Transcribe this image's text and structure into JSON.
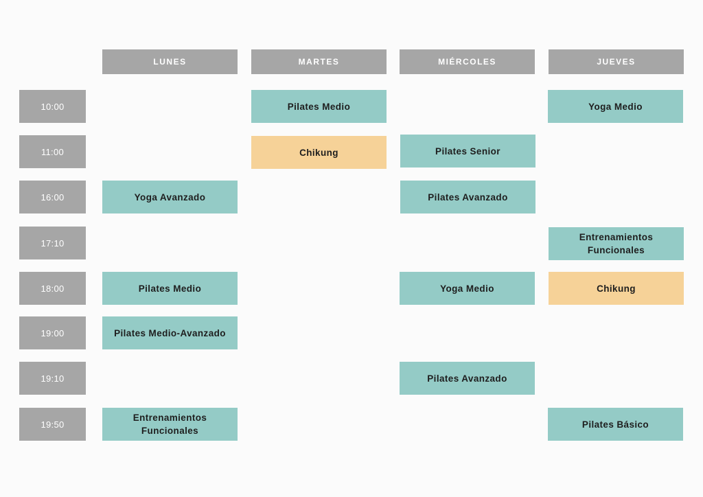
{
  "days": [
    "LUNES",
    "MARTES",
    "MIÉRCOLES",
    "JUEVES"
  ],
  "times": [
    "10:00",
    "11:00",
    "16:00",
    "17:10",
    "18:00",
    "19:00",
    "19:10",
    "19:50"
  ],
  "classes": {
    "martes_1000": "Pilates Medio",
    "jueves_1000": "Yoga Medio",
    "martes_1100": "Chikung",
    "miercoles_1100": "Pilates Senior",
    "lunes_1600": "Yoga Avanzado",
    "miercoles_1600": "Pilates Avanzado",
    "jueves_1710_line1": "Entrenamientos",
    "jueves_1710_line2": "Funcionales",
    "lunes_1800": "Pilates Medio",
    "miercoles_1800": "Yoga Medio",
    "jueves_1800": "Chikung",
    "lunes_1900": "Pilates Medio-Avanzado",
    "miercoles_1910": "Pilates Avanzado",
    "lunes_1950_line1": "Entrenamientos",
    "lunes_1950_line2": "Funcionales",
    "jueves_1950": "Pilates Básico"
  },
  "colors": {
    "header": "#a6a6a6",
    "class_default": "#94cbc6",
    "class_chikung": "#f6d298"
  }
}
